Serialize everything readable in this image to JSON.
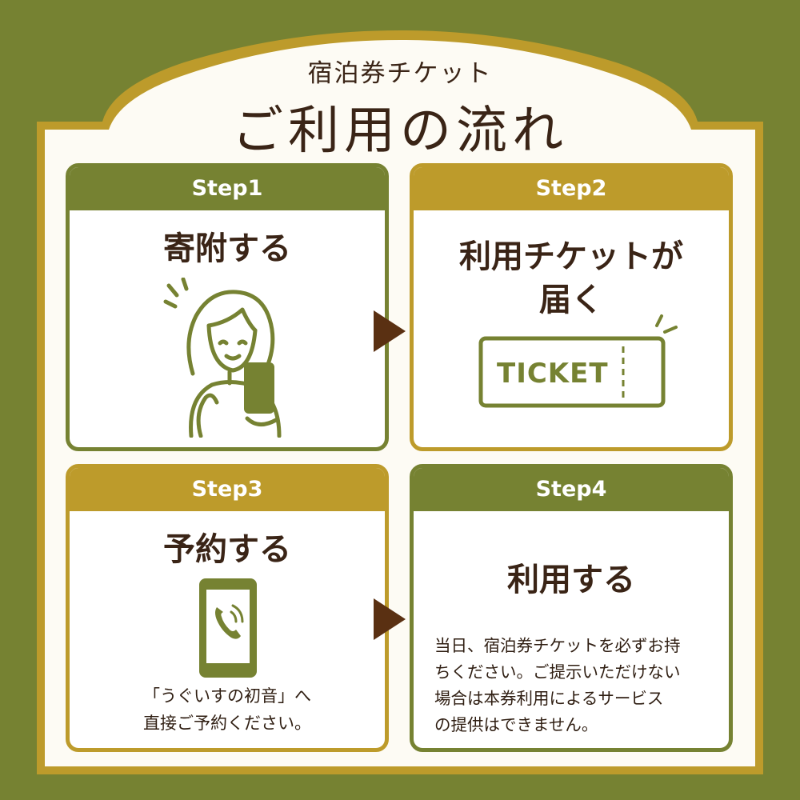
{
  "header": {
    "subtitle": "宿泊券チケット",
    "title": "ご利用の流れ"
  },
  "steps": [
    {
      "label": "Step1",
      "title": "寄附する",
      "note": []
    },
    {
      "label": "Step2",
      "title_lines": [
        "利用チケットが",
        "届く"
      ],
      "ticket_text": "TICKET"
    },
    {
      "label": "Step3",
      "title": "予約する",
      "note": [
        "「うぐいすの初音」へ",
        "直接ご予約ください。"
      ]
    },
    {
      "label": "Step4",
      "title": "利用する",
      "note": [
        "当日、宿泊券チケットを必ずお持",
        "ちください。ご提示いただけない",
        "場合は本券利用によるサービス",
        "の提供はできません。"
      ]
    }
  ],
  "colors": {
    "background_green": "#768232",
    "gold": "#bd9b2b",
    "cream": "#fdfbf4",
    "brown_text": "#3a2416",
    "arrow": "#5a3012"
  },
  "icons": [
    "woman-with-phone-icon",
    "ticket-icon",
    "phone-call-icon",
    "next-arrow-icon"
  ]
}
